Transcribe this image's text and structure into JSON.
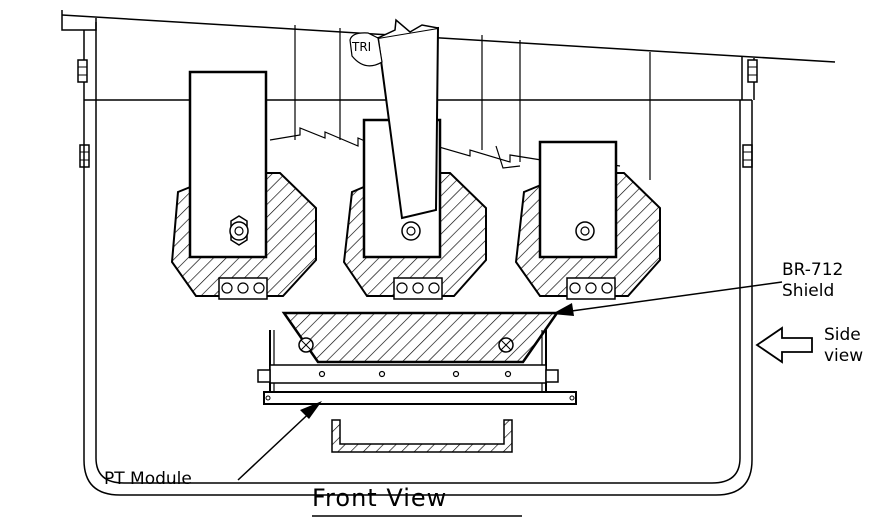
{
  "diagram": {
    "labels": {
      "trip_tag": "TRI",
      "shield_line1": "BR-712",
      "shield_line2": "Shield",
      "side_line1": "Side",
      "side_line2": "view",
      "pt_module": "PT Module",
      "title": "Front View"
    },
    "colors": {
      "ink": "#000000",
      "paper": "#ffffff"
    }
  }
}
